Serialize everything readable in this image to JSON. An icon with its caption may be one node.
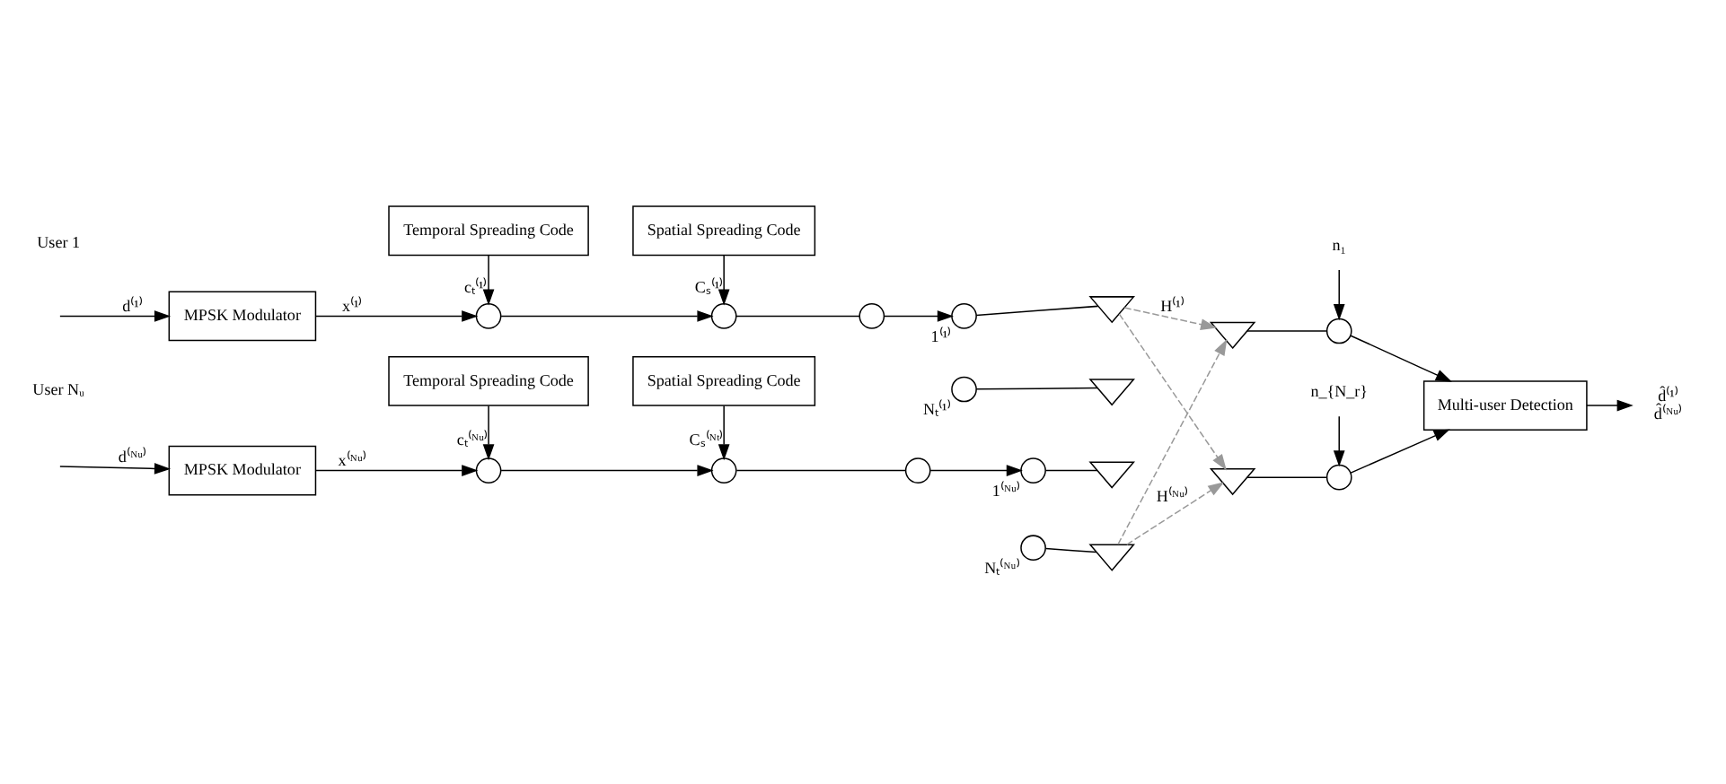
{
  "diagram": {
    "nodes": [
      {
        "text": [
          "MPSK Modulator"
        ]
      },
      {
        "text": [],
        "shape": "circle"
      },
      {
        "text": [
          "Temporal Spreading Code"
        ]
      },
      {
        "text": [],
        "shape": "circle"
      },
      {
        "text": [
          "Spatial Spreading Code"
        ]
      },
      {
        "text": [],
        "shape": "circle"
      },
      {
        "text": [],
        "shape": "circle",
        "beside": [
          "1⁽¹⁾"
        ]
      },
      {
        "text": [],
        "shape": "circle",
        "beside": [
          "Nₜ⁽¹⁾"
        ]
      },
      {
        "text": [],
        "shape": "antenna"
      },
      {
        "text": [],
        "shape": "antenna"
      },
      {
        "text": [
          "MPSK Modulator"
        ]
      },
      {
        "text": [],
        "shape": "circle"
      },
      {
        "text": [
          "Temporal Spreading Code"
        ]
      },
      {
        "text": [],
        "shape": "circle"
      },
      {
        "text": [
          "Spatial Spreading Code"
        ]
      },
      {
        "text": [],
        "shape": "circle"
      },
      {
        "text": [],
        "shape": "circle",
        "beside": [
          "1⁽ᴺᵘ⁾"
        ]
      },
      {
        "text": [],
        "shape": "circle",
        "beside": [
          "Nₜ⁽ᴺᵘ⁾"
        ]
      },
      {
        "text": [],
        "shape": "antenna"
      },
      {
        "text": [],
        "shape": "antenna"
      },
      {
        "text": [],
        "shape": "antenna"
      },
      {
        "text": [],
        "shape": "circle"
      },
      {
        "text": [
          "n₁"
        ]
      },
      {
        "text": [],
        "shape": "antenna"
      },
      {
        "text": [],
        "shape": "circle"
      },
      {
        "text": [
          "n_{N_r}"
        ]
      },
      {
        "text": [
          "Multi-user Detection"
        ]
      },
      {
        "text": [
          "d̂⁽¹⁾",
          "d̂⁽ᴺᵘ⁾"
        ]
      }
    ],
    "edges": [
      {
        "from": null,
        "to": 0,
        "arrow": "to",
        "label": "d⁽¹⁾"
      },
      {
        "from": 0,
        "to": 1,
        "arrow": "to",
        "label": "x⁽¹⁾"
      },
      {
        "from": 2,
        "to": 1,
        "arrow": "to",
        "label": "cₜ⁽¹⁾"
      },
      {
        "from": 1,
        "to": 3,
        "arrow": "to"
      },
      {
        "from": 4,
        "to": 3,
        "arrow": "to",
        "label": "Cₛ⁽¹⁾"
      },
      {
        "from": 3,
        "to": 5,
        "arrow": "none"
      },
      {
        "from": 5,
        "to": 6,
        "arrow": "to"
      },
      {
        "from": 6,
        "to": 8,
        "arrow": "none"
      },
      {
        "from": 7,
        "to": 9,
        "arrow": "none"
      },
      {
        "from": null,
        "to": 10,
        "arrow": "to",
        "label": "d⁽ᴺᵘ⁾"
      },
      {
        "from": 10,
        "to": 11,
        "arrow": "to",
        "label": "x⁽ᴺᵘ⁾"
      },
      {
        "from": 12,
        "to": 11,
        "arrow": "to",
        "label": "cₜ⁽ᴺᵘ⁾"
      },
      {
        "from": 11,
        "to": 13,
        "arrow": "to"
      },
      {
        "from": 14,
        "to": 13,
        "arrow": "to",
        "label": "Cₛ⁽ᴺᵗ⁾"
      },
      {
        "from": 13,
        "to": 15,
        "arrow": "none"
      },
      {
        "from": 15,
        "to": 16,
        "arrow": "to"
      },
      {
        "from": 16,
        "to": 18,
        "arrow": "none"
      },
      {
        "from": 17,
        "to": 19,
        "arrow": "none"
      },
      {
        "from": 8,
        "to": 20,
        "arrow": "to",
        "style": "dashed",
        "color": "#999999",
        "label": "H⁽¹⁾"
      },
      {
        "from": 8,
        "to": 23,
        "arrow": "to",
        "style": "dashed",
        "color": "#999999"
      },
      {
        "from": 19,
        "to": 20,
        "arrow": "to",
        "style": "dashed",
        "color": "#999999"
      },
      {
        "from": 19,
        "to": 23,
        "arrow": "to",
        "style": "dashed",
        "color": "#999999",
        "label": "H⁽ᴺᵘ⁾"
      },
      {
        "from": 20,
        "to": 21,
        "arrow": "none"
      },
      {
        "from": 22,
        "to": 21,
        "arrow": "to"
      },
      {
        "from": 21,
        "to": 26,
        "arrow": "to"
      },
      {
        "from": 23,
        "to": 24,
        "arrow": "none"
      },
      {
        "from": 25,
        "to": 24,
        "arrow": "to"
      },
      {
        "from": 24,
        "to": 26,
        "arrow": "to"
      },
      {
        "from": 26,
        "to": 27,
        "arrow": "to"
      }
    ],
    "labels": [
      "User 1",
      "User Nᵤ"
    ]
  }
}
